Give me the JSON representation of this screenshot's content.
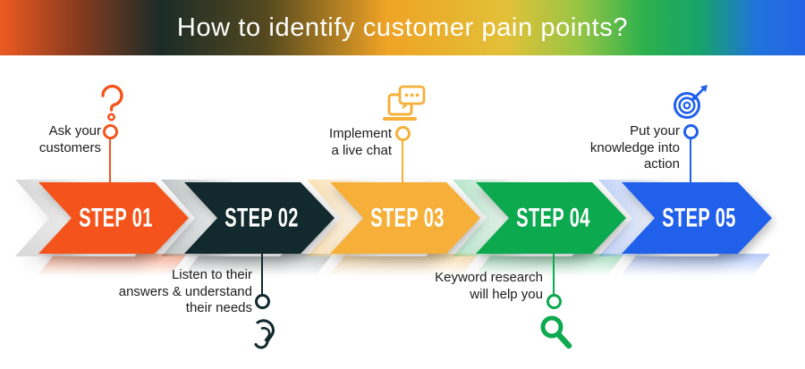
{
  "header": {
    "title": "How to identify customer pain points?",
    "gradient_colors": [
      "#ED5A21",
      "#1A2B27",
      "#EFA325",
      "#96C545",
      "#2DB14D",
      "#2364E6"
    ]
  },
  "steps": [
    {
      "label": "STEP 01",
      "color": "#F4541C",
      "icon": "question-mark-icon",
      "note_lines": [
        "Ask your",
        "customers"
      ],
      "note_position": "above"
    },
    {
      "label": "STEP 02",
      "color": "#12292D",
      "icon": "ear-icon",
      "note_lines": [
        "Listen to their",
        "answers & understand",
        "their needs"
      ],
      "note_position": "below"
    },
    {
      "label": "STEP 03",
      "color": "#F6B03A",
      "icon": "laptop-live-chat-icon",
      "note_lines": [
        "Implement",
        "a live chat"
      ],
      "note_position": "above"
    },
    {
      "label": "STEP 04",
      "color": "#0CA94F",
      "icon": "keyword-search-icon",
      "note_lines": [
        "Keyword research",
        "will help you"
      ],
      "note_position": "below"
    },
    {
      "label": "STEP 05",
      "color": "#2160EB",
      "icon": "target-dart-icon",
      "note_lines": [
        "Put your",
        "knowledge into",
        "action"
      ],
      "note_position": "above"
    }
  ]
}
